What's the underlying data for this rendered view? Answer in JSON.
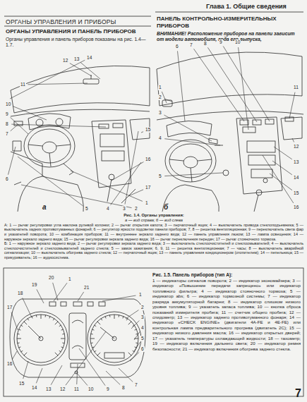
{
  "diagram": {
    "title": "ОРГАНЫ УПРАВЛЕНИЯ И ПРИБОРЫ",
    "labels": [
      "Глава 1. Общие сведения",
      "ОРГАНЫ УПРАВЛЕНИЯ И ПАНЕЛЬ ПРИБОРОВ",
      "Органы управления и панель приборов показаны на рис. 1.4—1.7.",
      "ПАНЕЛЬ КОНТРОЛЬНО-ИЗМЕРИТЕЛЬНЫХ ПРИБОРОВ",
      "ВНИМАНИЕ! Расположение приборов на панели зависит от модели автомобиля, года его выпуска,",
      "Рис. 1.4. Органы управления:",
      "а — вид справа; б — вид слева",
      "А: 1 — рычаг регулировки угла наклона рулевой колонки; 2 — рычаг открытия капота; 3 — перчаточный ящик; 4 — выключатель привода стеклоподъемника; 5 — выключатель задних противотуманных фонарей; 6 — регулятор яркости подсветки панели приборов; 7, 8 — решетка вентиляционная; 9 — переключатель света фар и указателей поворота; 10 — комбинация приборов; 11 — внутреннее зеркало заднего вида; 12 — панель управления люком; 13 — лампа освещения; 14 — наружное зеркало заднего вида; 15 — рычаг регулировки зеркала заднего вида; 16 — рычаг переключения передач; 17 — рычаг стояночного тормоза.",
      "Б: 1 — наружное зеркало заднего вида; 2 — рычаг регулировки зеркала заднего вида; 3 — выключатель стеклоочистителей и стеклоомывателей; 4 — выключатель стеклоочистителей и стеклоомывателей заднего стекла; 5 — замок зажигания; 6, 9, 11 — решетка вентиляционная; 7 — часы; 8 — выключатель аварийной сигнализации; 10 — выключатель обогрева заднего стекла; 12 — перчаточный ящик; 13 — панель управления кондиционером (отопителем); 14 — пепельница; 15 — прикуриватель; 16 — аудиосистема.",
      "Рис. 1.5. Панель приборов (тип А):",
      "1 — индикаторы сигналов поворота; 2 — индикатор экономайзера; 3 — индикатор «Повышение передачи запрещено» или индикатор топливного фильтра; 4 — индикатор стояночного тормоза; 5 — индикатор abs; 6 — индикатор тормозной системы; 7 — индикатор разряда аккумуляторной батареи; 8 — индикатор слишком низкого уровня топлива; 9 — указатель запаса топлива; 10 — кнопка сброса показаний измерителя пробега; 11 — счетчик общего пробега; 12 — спидометр; 13 — индикатор заднего противотуманного фонаря; 14 — индикатор «CHECK ENGINE» (двигатели 4A-FE и 4E-FE) или контрольная лампа предварительного прогрева (двигатель 2C); 15 — индикатор низкого давления масла; 16 — индикатор открытых дверей; 17 — указатель температуры охлаждающей жидкости; 18 — тахометр; 19 — индикатор включения дальнего света; 20 — индикатор ремня безопасности; 21 — индикатор включения обогрева заднего стекла.",
      "7",
      "а",
      "б",
      "1",
      "2",
      "3",
      "4",
      "5",
      "6",
      "7",
      "8",
      "9",
      "10",
      "11",
      "12",
      "13",
      "14",
      "15",
      "16",
      "17",
      "1",
      "2",
      "3",
      "4",
      "5",
      "6",
      "7",
      "8",
      "9",
      "10",
      "11",
      "12",
      "13",
      "14",
      "15",
      "16",
      "20",
      "19",
      "18",
      "17",
      "1",
      "21",
      "1",
      "2",
      "3",
      "4",
      "5",
      "6",
      "7",
      "8",
      "9",
      "10",
      "11",
      "12",
      "13",
      "14",
      "15",
      "16"
    ]
  }
}
